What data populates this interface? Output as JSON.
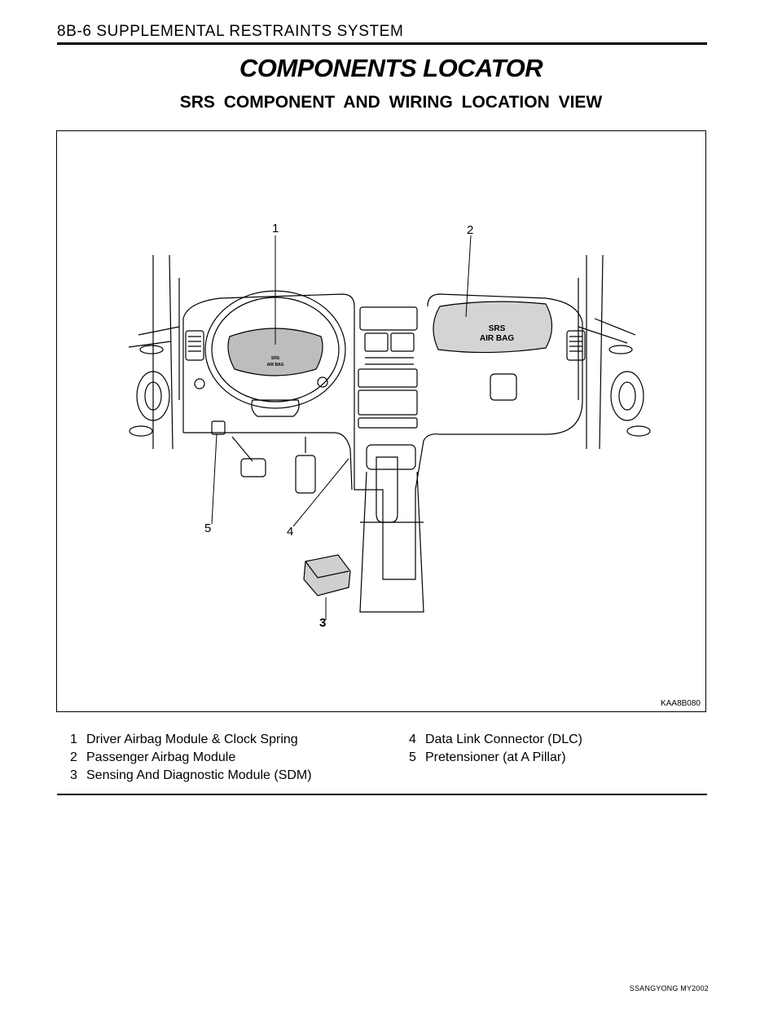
{
  "header": {
    "text": "8B-6  SUPPLEMENTAL RESTRAINTS SYSTEM"
  },
  "title": "COMPONENTS LOCATOR",
  "subtitle": "SRS  COMPONENT  AND  WIRING  LOCATION  VIEW",
  "figure": {
    "code": "KAA8B080",
    "steering_label_1": "SRS",
    "steering_label_2": "AIR BAG",
    "passenger_label_1": "SRS",
    "passenger_label_2": "AIR BAG",
    "callouts": [
      "1",
      "2",
      "3",
      "4",
      "5"
    ]
  },
  "legend": {
    "left": [
      {
        "num": "1",
        "text": "Driver Airbag Module & Clock Spring"
      },
      {
        "num": "2",
        "text": "Passenger Airbag Module"
      },
      {
        "num": "3",
        "text": "Sensing And Diagnostic Module (SDM)"
      }
    ],
    "right": [
      {
        "num": "4",
        "text": "Data Link Connector (DLC)"
      },
      {
        "num": "5",
        "text": "Pretensioner (at A Pillar)"
      }
    ]
  },
  "footer": {
    "text": "SSANGYONG  MY2002"
  }
}
